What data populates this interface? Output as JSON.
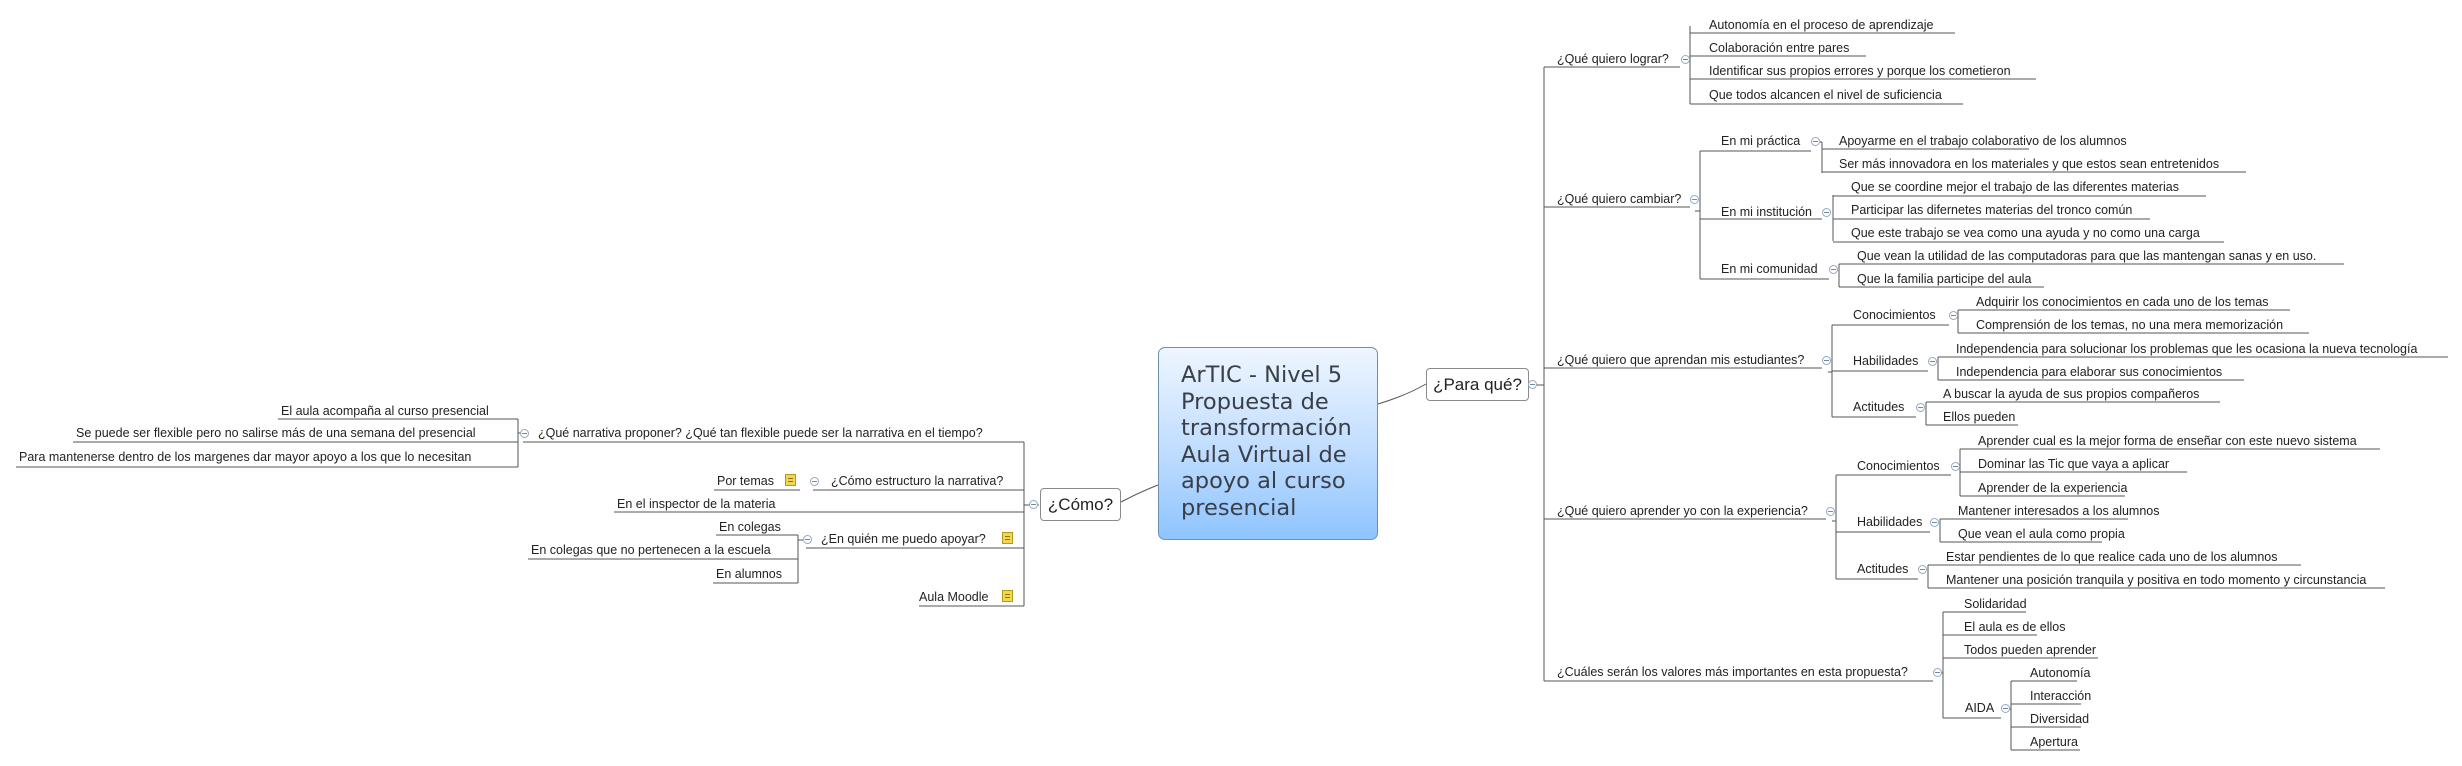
{
  "central": {
    "lines": [
      "ArTIC - Nivel 5",
      "Propuesta de",
      "transformación",
      "Aula Virtual de",
      "apoyo al curso",
      "presencial"
    ]
  },
  "right_main": {
    "label": "¿Para qué?",
    "branches": [
      {
        "label": "¿Qué quiero lograr?",
        "items": [
          "Autonomía en el proceso de aprendizaje",
          "Colaboración entre pares",
          "Identificar sus propios errores y porque los cometieron",
          "Que todos alcancen el nivel de suficiencia"
        ]
      },
      {
        "label": "¿Qué quiero cambiar?",
        "groups": [
          {
            "label": "En mi práctica",
            "items": [
              "Apoyarme en el trabajo colaborativo de los alumnos",
              "Ser más innovadora en los materiales y que estos sean entretenidos"
            ]
          },
          {
            "label": "En mi institución",
            "items": [
              "Que se coordine mejor el trabajo de las diferentes materias",
              "Participar las difernetes materias del tronco común",
              "Que este trabajo se vea como una ayuda y no como una carga"
            ]
          },
          {
            "label": "En mi comunidad",
            "items": [
              "Que vean la utilidad de las computadoras para que las mantengan sanas y en uso.",
              "Que la familia participe del aula"
            ]
          }
        ]
      },
      {
        "label": "¿Qué quiero que aprendan mis estudiantes?",
        "groups": [
          {
            "label": "Conocimientos",
            "items": [
              "Adquirir los conocimientos en cada uno de los temas",
              "Comprensión de los temas, no una mera memorización"
            ]
          },
          {
            "label": "Habilidades",
            "items": [
              "Independencia para solucionar los problemas que les ocasiona la nueva tecnología",
              "Independencia para elaborar sus conocimientos"
            ]
          },
          {
            "label": "Actitudes",
            "items": [
              "A buscar la ayuda de sus propios compañeros",
              "Ellos pueden"
            ]
          }
        ]
      },
      {
        "label": "¿Qué quiero aprender yo con la experiencia?",
        "groups": [
          {
            "label": "Conocimientos",
            "items": [
              "Aprender cual es la mejor forma de enseñar con este nuevo sistema",
              "Dominar las Tic que vaya a aplicar",
              "Aprender de la experiencia"
            ]
          },
          {
            "label": "Habilidades",
            "items": [
              "Mantener interesados a los alumnos",
              "Que vean el aula como propia"
            ]
          },
          {
            "label": "Actitudes",
            "items": [
              "Estar pendientes de lo que realice cada uno de los alumnos",
              "Mantener una posición tranquila y positiva en todo momento y circunstancia"
            ]
          }
        ]
      },
      {
        "label": "¿Cuáles serán los valores más importantes en esta propuesta?",
        "items": [
          "Solidaridad",
          "El aula es de ellos",
          "Todos pueden aprender"
        ],
        "aida": {
          "label": "AIDA",
          "items": [
            "Autonomía",
            "Interacción",
            "Diversidad",
            "Apertura"
          ]
        }
      }
    ]
  },
  "left_main": {
    "label": "¿Cómo?",
    "branches": [
      {
        "label": "¿Qué narrativa proponer? ¿Qué tan flexible puede ser la narrativa en el tiempo?",
        "items": [
          "El aula acompaña al curso presencial",
          "Se puede ser flexible pero no salirse más de una semana del presencial",
          "Para mantenerse dentro de los margenes dar mayor apoyo a los que lo necesitan"
        ]
      },
      {
        "label": "¿Cómo estructuro la narrativa?",
        "items": [
          "Por temas"
        ]
      },
      {
        "label": "En el inspector de la materia"
      },
      {
        "label": "¿En quién me puedo apoyar?",
        "items": [
          "En colegas",
          "En colegas que no pertenecen a la escuela",
          "En alumnos"
        ]
      },
      {
        "label": "Aula Moodle"
      }
    ]
  },
  "icons": {
    "collapse": "collapse-minus-icon",
    "note": "note-icon"
  },
  "colors": {
    "line": "#555555",
    "central_fill_top": "#eef6ff",
    "central_fill_bottom": "#8ec4ff",
    "central_text": "#3a3f47"
  }
}
